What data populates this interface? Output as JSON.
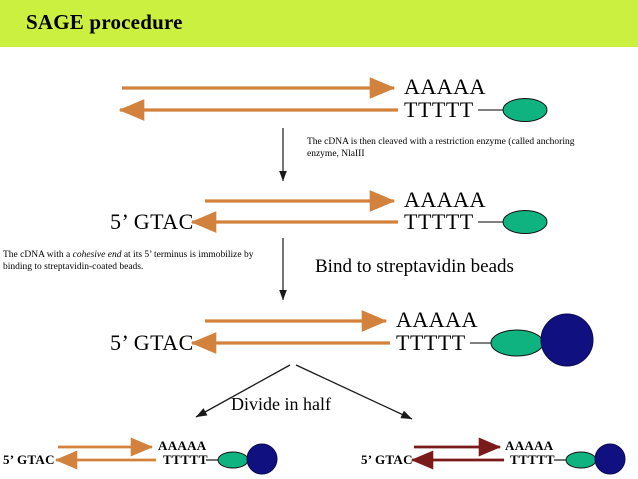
{
  "slide": {
    "title": "SAGE procedure",
    "banner_color": "#ccf03f",
    "background": "#ffffff"
  },
  "colors": {
    "arrow_orange": "#d2823c",
    "arrow_maroon": "#7b1a1a",
    "bead_green": "#0fb380",
    "bead_navy": "#101080",
    "line_black": "#000000"
  },
  "stages": [
    {
      "id": "stage-1",
      "name": "cdna-double-strand",
      "top_strand_label": "AAAAA",
      "bottom_strand_label": "TTTTT",
      "left_label": "",
      "arrow_color": "#d2823c",
      "has_green_bead": true,
      "has_navy_bead": false
    },
    {
      "id": "stage-2",
      "name": "cleaved-cdna",
      "top_strand_label": "AAAAA",
      "bottom_strand_label": "TTTTT",
      "left_label": "5’ GTAC",
      "arrow_color": "#d2823c",
      "has_green_bead": true,
      "has_navy_bead": false
    },
    {
      "id": "stage-3",
      "name": "bead-bound-cdna",
      "top_strand_label": "AAAAA",
      "bottom_strand_label": "TTTTT",
      "left_label": "5’ GTAC",
      "arrow_color": "#d2823c",
      "has_green_bead": true,
      "has_navy_bead": true
    },
    {
      "id": "stage-4-left",
      "name": "half-pool-left",
      "top_strand_label": "AAAAA",
      "bottom_strand_label": "TTTTT",
      "left_label": "5’ GTAC",
      "arrow_color": "#d2823c",
      "has_green_bead": true,
      "has_navy_bead": true
    },
    {
      "id": "stage-4-right",
      "name": "half-pool-right",
      "top_strand_label": "AAAAA",
      "bottom_strand_label": "TTTTT",
      "left_label": "5’ GTAC",
      "arrow_color": "#7b1a1a",
      "has_green_bead": true,
      "has_navy_bead": true
    }
  ],
  "annotations": {
    "cleavage_note_line1": "The cDNA is then cleaved with a restriction enzyme (called anchoring",
    "cleavage_note_line2": "enzyme, NlaIII",
    "immobilize_note_prefix": "The cDNA with a ",
    "immobilize_note_italic": "cohesive end",
    "immobilize_note_suffix": " at its 5’ terminus is immobilize by",
    "immobilize_note_line2": "binding to streptavidin-coated beads.",
    "bind_step": "Bind to streptavidin beads",
    "divide_step": "Divide in half"
  }
}
